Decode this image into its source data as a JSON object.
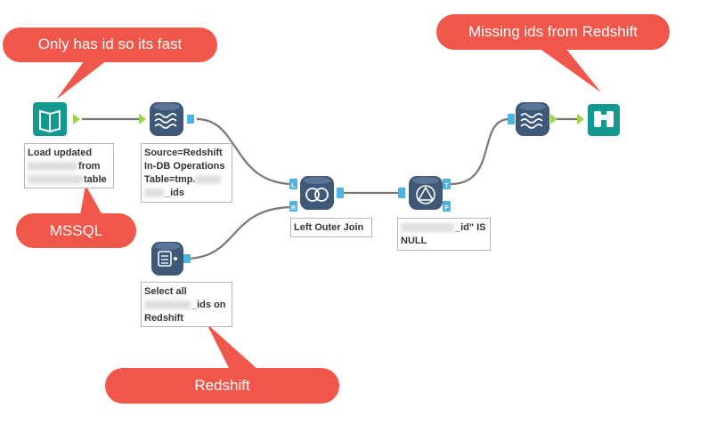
{
  "callouts": {
    "input_note": "Only has id so its fast",
    "browse_note": "Missing ids from Redshift",
    "mssql": "MSSQL",
    "redshift": "Redshift"
  },
  "tools": {
    "input_label": [
      "Load updated",
      "from",
      "table"
    ],
    "datastream_label": [
      "Source=Redshift",
      "In-DB Operations",
      "Table=tmp.",
      "_ids"
    ],
    "connect_label": [
      "Select all",
      "_ids on",
      "Redshift"
    ],
    "join_label": "Left Outer Join",
    "filter_label": [
      "_id\" IS",
      "NULL"
    ]
  },
  "anchors": {
    "left": "L",
    "right": "R",
    "true": "T",
    "false": "F"
  },
  "colors": {
    "callout": "#f0574a",
    "input_tool": "#13998f",
    "indb_tool": "#3e5878",
    "browse_tool": "#13998f",
    "anchor_blue": "#4bb3e6",
    "anchor_green": "#9fd44a",
    "connector": "#777777"
  },
  "icons": {
    "input": "book-icon",
    "datastream": "waves-icon",
    "connect": "database-icon",
    "join": "join-circles-icon",
    "filter": "filter-triangle-icon",
    "datastream_out": "waves-icon",
    "browse": "binoculars-icon"
  }
}
